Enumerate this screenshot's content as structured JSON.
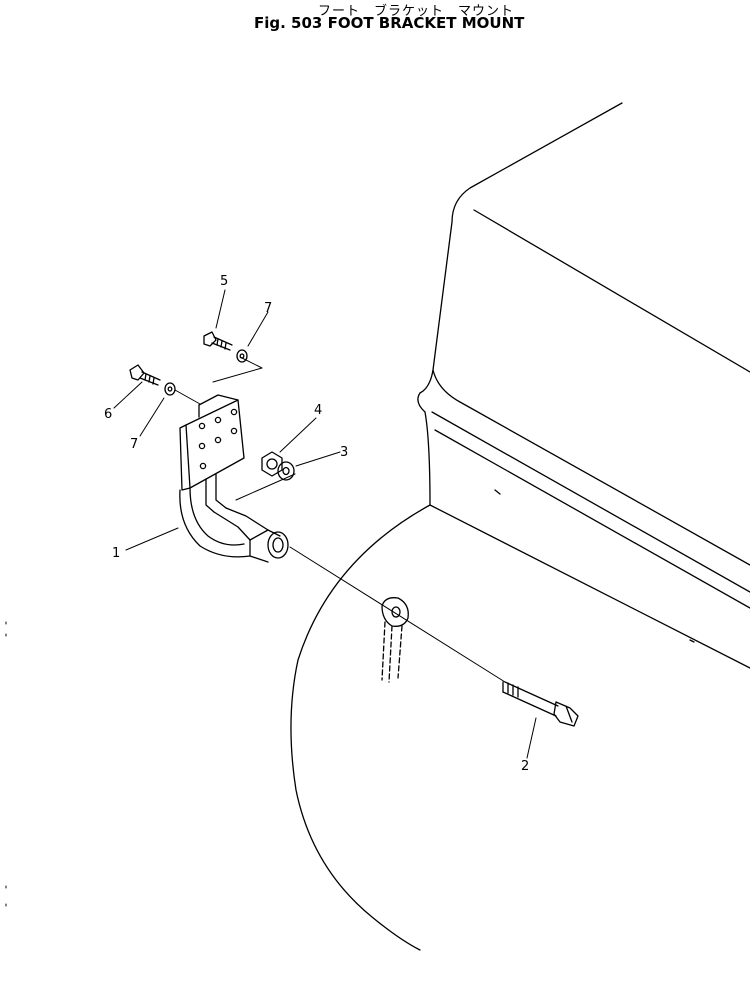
{
  "figure": {
    "title_jp": "フート　ブラケット　マウント",
    "title_en": "Fig. 503  FOOT  BRACKET  MOUNT"
  },
  "callouts": [
    "1",
    "2",
    "3",
    "4",
    "5",
    "6",
    "7",
    "7"
  ]
}
